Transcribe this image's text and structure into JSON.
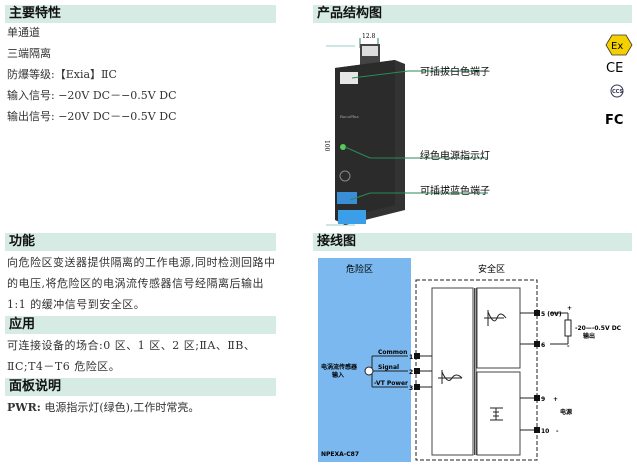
{
  "features": {
    "title": "主要特性",
    "items": [
      "单通道",
      "三端隔离",
      "防爆等级:【Exia】ⅡC",
      "输入信号: −20V DC－−0.5V DC",
      "输出信号: −20V DC－−0.5V DC"
    ]
  },
  "function": {
    "title": "功能",
    "text": "向危险区变送器提供隔离的工作电源,同时检测回路中的电压,将危险区的电涡流传感器信号经隔离后输出 1:1 的缓冲信号到安全区。"
  },
  "application": {
    "title": "应用",
    "text": "可连接设备的场合:0 区、1 区、2 区;ⅡA、ⅡB、ⅡC;T4－T6 危险区。"
  },
  "panel": {
    "title": "面板说明",
    "label": "PWR:",
    "text": "电源指示灯(绿色),工作时常亮。"
  },
  "structure": {
    "title": "产品结构图",
    "width_dim": "12.8",
    "height_dim": "100",
    "callouts": [
      "可插拔白色端子",
      "绿色电源指示灯",
      "可插拔蓝色端子"
    ],
    "brand": "RocoPlus",
    "certs": [
      "Ex",
      "CE",
      "CCS",
      "FC"
    ]
  },
  "wiring": {
    "title": "接线图",
    "hazard_zone": "危险区",
    "safe_zone": "安全区",
    "sensor_label_1": "电涡流传感器",
    "sensor_label_2": "输入",
    "common": "Common",
    "signal": "Signal",
    "power": "-VT Power",
    "model": "NPEXA-C87",
    "terminals": {
      "t1": "1",
      "t2": "2",
      "t3": "3",
      "t5": "5 (0V)",
      "t6": "6",
      "t9": "9",
      "t10": "10"
    },
    "output_range": "-20—-0.5V DC",
    "output_label": "输出",
    "power_label": "电源",
    "plus": "+",
    "minus": "-"
  }
}
